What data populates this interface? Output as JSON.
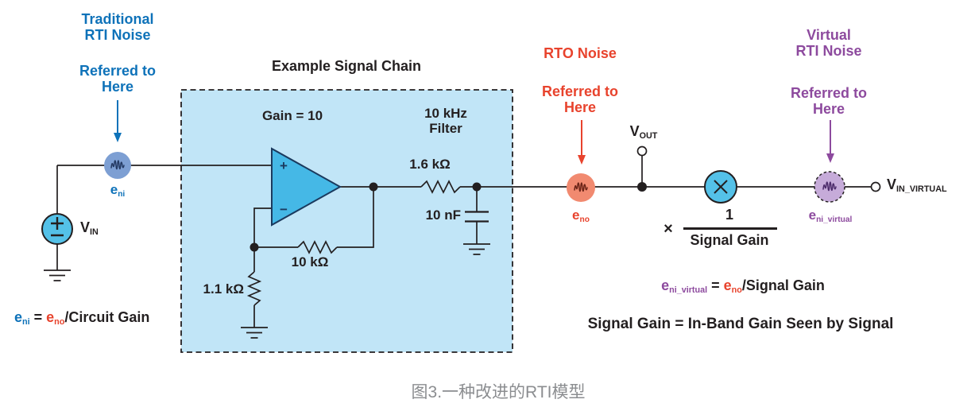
{
  "colors": {
    "blue": "#0e72b9",
    "red": "#e8432d",
    "purple": "#8d4a9e",
    "ink": "#231f20",
    "gray": "#8b8d90",
    "navy": "#1b3a5e",
    "boxfill": "#c1e5f7",
    "cyan": "#54c1e8",
    "opampfill": "#45b8e6",
    "periwinkle": "#7d9fd3",
    "salmon": "#f18a70",
    "lavender": "#c6abd9",
    "sqblue": "#243a63",
    "sqred": "#6b2417",
    "sqpurple": "#4d2c6b"
  },
  "annotations": {
    "traditional": {
      "line1": "Traditional",
      "line2": "RTI Noise",
      "ref1": "Referred to",
      "ref2": "Here"
    },
    "rto": {
      "title": "RTO Noise",
      "ref1": "Referred to",
      "ref2": "Here"
    },
    "virtual": {
      "line1": "Virtual",
      "line2": "RTI Noise",
      "ref1": "Referred to",
      "ref2": "Here"
    }
  },
  "chain": {
    "title": "Example Signal Chain",
    "gain_label": "Gain = 10",
    "filter_line1": "10 kHz",
    "filter_line2": "Filter",
    "r_series": "1.6 kΩ",
    "cap": "10 nF",
    "r_feedback": "10 kΩ",
    "r_ground": "1.1 kΩ",
    "opamp_plus": "+",
    "opamp_minus": "−"
  },
  "nodes": {
    "eni": {
      "b": "e",
      "s": "ni"
    },
    "eno": {
      "b": "e",
      "s": "no"
    },
    "eni_virtual": {
      "b": "e",
      "s": "ni_virtual"
    },
    "vin": {
      "b": "V",
      "s": "IN"
    },
    "vout": {
      "b": "V",
      "s": "OUT"
    },
    "vin_virtual": {
      "b": "V",
      "s": "IN_VIRTUAL"
    }
  },
  "gain_block": {
    "multiply_sign": "×",
    "numerator": "1",
    "denominator": "Signal Gain"
  },
  "equations": {
    "eq1": {
      "t1": "e",
      "s1": "ni",
      "t2": " = ",
      "t3": "e",
      "s3": "no",
      "t4": "/Circuit Gain"
    },
    "eq2": {
      "t1": "e",
      "s1": "ni_virtual",
      "t2": " = ",
      "t3": "e",
      "s3": "no",
      "t4": "/Signal Gain"
    },
    "eq3": "Signal Gain = In-Band Gain Seen by Signal"
  },
  "caption": "图3.一种改进的RTI模型"
}
